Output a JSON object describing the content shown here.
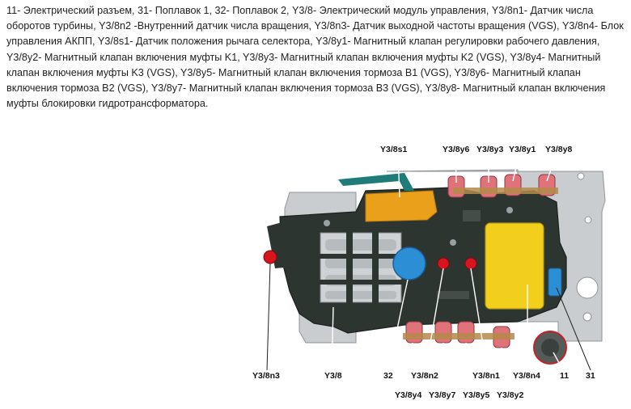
{
  "caption": "11- Электрический разъем, 31- Поплавок 1, 32- Поплавок 2, Y3/8- Электрический модуль управления, Y3/8n1- Датчик числа оборотов турбины, Y3/8n2 -Внутренний датчик числа вращения, Y3/8n3- Датчик выходной частоты вращения (VGS), Y3/8n4- Блок управления АКПП, Y3/8s1- Датчик положения рычага селектора, Y3/8y1- Магнитный клапан регулировки рабочего давления, Y3/8y2- Магнитный клапан включения муфты K1, Y3/8y3- Магнитный клапан включения муфты K2 (VGS), Y3/8y4- Магнитный клапан включения муфты K3 (VGS), Y3/8y5- Магнитный клапан включения тормоза B1 (VGS), Y3/8y6- Магнитный клапан включения тормоза B2 (VGS), Y3/8y7- Магнитный клапан включения тормоза B3 (VGS), Y3/8y8- Магнитный клапан включения муфты блокировки гидротрансформатора.",
  "labels": {
    "s1": "Y3/8s1",
    "y6": "Y3/8y6",
    "y3": "Y3/8y3",
    "y1": "Y3/8y1",
    "y8": "Y3/8y8",
    "n3": "Y3/8n3",
    "module": "Y3/8",
    "float2": "32",
    "n2": "Y3/8n2",
    "n1": "Y3/8n1",
    "n4": "Y3/8n4",
    "connector": "11",
    "float1": "31",
    "y4": "Y3/8y4",
    "y7": "Y3/8y7",
    "y5": "Y3/8y5",
    "y2": "Y3/8y2"
  },
  "colors": {
    "frame": "#2d3530",
    "plate": "#c9cdd0",
    "solenoid": "#e0727a",
    "yellow": "#f2cf1d",
    "orange": "#eaa01a",
    "blue": "#2c8fd6",
    "red": "#d8141f",
    "teal": "#1f7c78"
  }
}
